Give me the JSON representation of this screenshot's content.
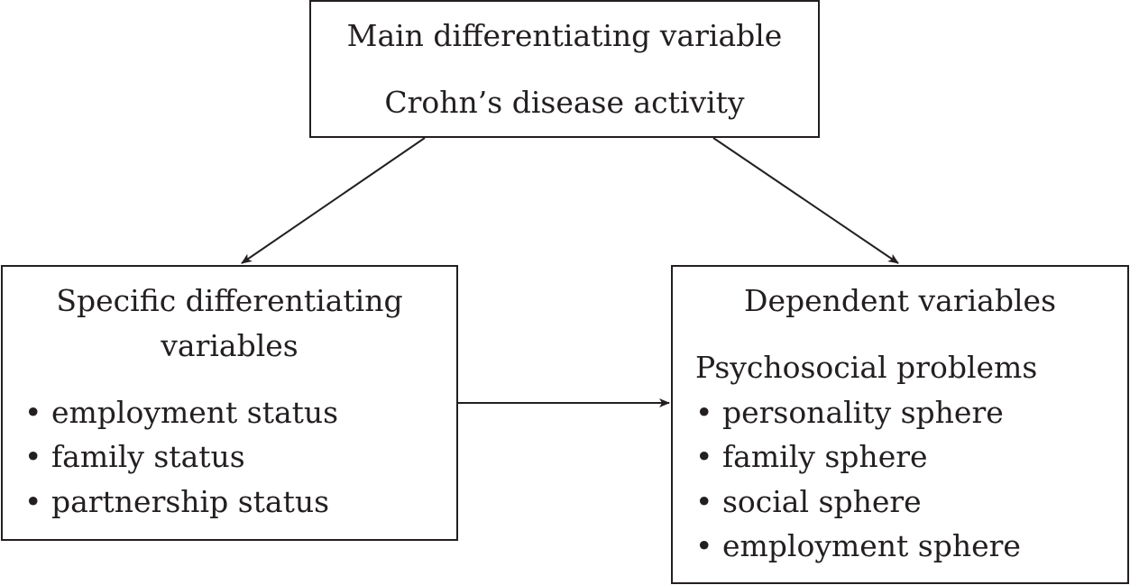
{
  "main_box": {
    "title": "Main differentiating variable",
    "subtitle": "Crohn’s disease activity"
  },
  "specific_box": {
    "title_line1": "Specific differentiating",
    "title_line2": "variables",
    "items": [
      "• employment status",
      "• family status",
      "• partnership status"
    ]
  },
  "dependent_box": {
    "title": "Dependent variables",
    "subtitle": "Psychosocial problems",
    "items": [
      "• personality sphere",
      "• family sphere",
      "• social sphere",
      "• employment sphere"
    ]
  }
}
